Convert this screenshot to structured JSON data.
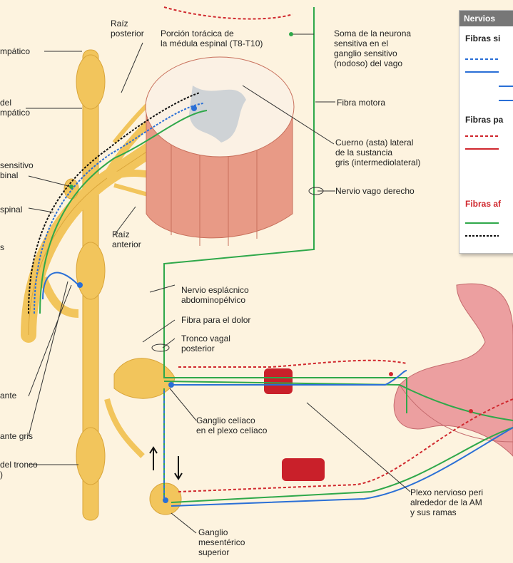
{
  "labels": {
    "simpatico": "mpático",
    "del_simpatico": "del\nmpático",
    "sensitivo_espinal": "sensitivo\nbinal",
    "espinal": "spinal",
    "s_fragment": "s",
    "ante": "ante",
    "ante_gris": "ante gris",
    "del_tronco": "del tronco\n)",
    "raiz_posterior": "Raíz\nposterior",
    "porcion_toracica": "Porción torácica de\nla médula espinal (T8-T10)",
    "soma_neurona": "Soma de la neurona\nsensitiva en el\nganglio sensitivo\n(nodoso) del vago",
    "fibra_motora": "Fibra motora",
    "cuerno_lateral": "Cuerno (asta) lateral\nde la sustancia\ngris (intermediolateral)",
    "nervio_vago_derecho": "Nervio vago derecho",
    "raiz_anterior": "Raíz\nanterior",
    "nervio_esplacnico": "Nervio esplácnico\nabdominopélvico",
    "fibra_dolor": "Fibra para el dolor",
    "tronco_vagal": "Tronco vagal\nposterior",
    "ganglio_celiaco": "Ganglio celíaco\nen el plexo celíaco",
    "plexo_nervioso": "Plexo nervioso peri\nalrededor de la AM\ny sus ramas",
    "ganglio_mesenterico": "Ganglio\nmesentérico\nsuperior"
  },
  "legend": {
    "header": "Nervios",
    "fibras_simpaticas": "Fibras si",
    "fibras_parasimpaticas": "Fibras pa",
    "fibras_aferentes": "Fibras af"
  },
  "colors": {
    "background": "#fdf3df",
    "nerve": "#f2c55c",
    "nerve_outline": "#d9a53a",
    "spinal_cord": "#e89a86",
    "grey_matter": "#cfd3d6",
    "stomach": "#ec9fa0",
    "artery": "#c9202a",
    "sympathetic_fiber": "#2a6fd6",
    "parasympathetic_fiber": "#d0282e",
    "afferent_fiber": "#2fa84a",
    "pain_fiber": "#111111"
  }
}
